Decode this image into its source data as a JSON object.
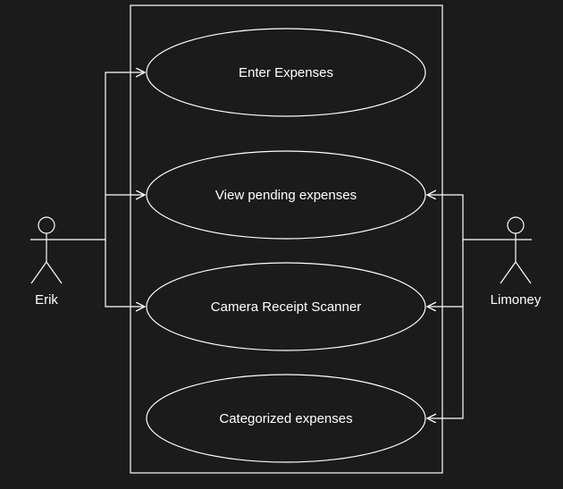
{
  "diagram": {
    "type": "use-case",
    "colors": {
      "background": "#1b1b1b",
      "stroke": "#ffffff",
      "text": "#ffffff"
    },
    "actors": [
      {
        "id": "erik",
        "name": "Erik"
      },
      {
        "id": "limoney",
        "name": "Limoney"
      }
    ],
    "use_cases": [
      {
        "id": "uc1",
        "label": "Enter Expenses"
      },
      {
        "id": "uc2",
        "label": "View pending expenses"
      },
      {
        "id": "uc3",
        "label": "Camera Receipt Scanner"
      },
      {
        "id": "uc4",
        "label": "Categorized expenses"
      }
    ],
    "associations": [
      {
        "from": "erik",
        "to": "uc1"
      },
      {
        "from": "erik",
        "to": "uc2"
      },
      {
        "from": "erik",
        "to": "uc3"
      },
      {
        "from": "limoney",
        "to": "uc2"
      },
      {
        "from": "limoney",
        "to": "uc3"
      },
      {
        "from": "limoney",
        "to": "uc4"
      }
    ]
  }
}
